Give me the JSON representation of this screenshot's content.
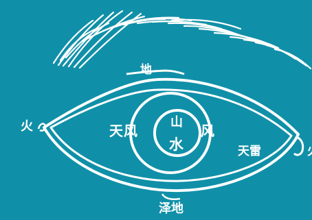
{
  "diagram": {
    "colors": {
      "background": "#1090a8",
      "stroke": "#ffffff",
      "text": "#ffffff"
    },
    "labels": {
      "top": "地",
      "left": "火",
      "iris_left": "天风",
      "iris_right": "风",
      "pupil_top": "山",
      "pupil_bottom": "水",
      "lower_right": "天雷",
      "far_right": "火",
      "bottom": "泽地"
    }
  }
}
